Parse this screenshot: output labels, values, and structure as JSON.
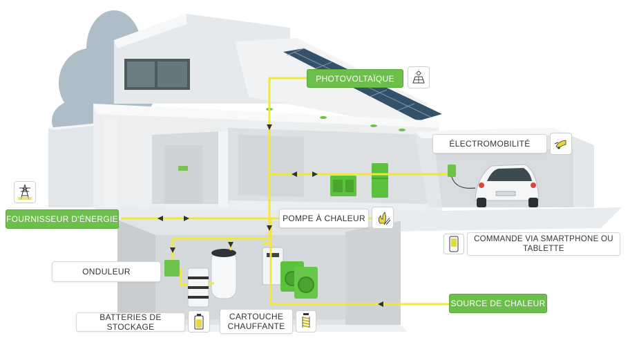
{
  "labels": {
    "photovoltaique": "PHOTOVOLTAÏQUE",
    "electromobilite": "ÉLECTROMOBILITÉ",
    "fournisseur": "FOURNISSEUR D'ÉNERGIE",
    "pompe": "POMPE À CHALEUR",
    "commande": "COMMANDE VIA SMARTPHONE OU TABLETTE",
    "onduleur": "ONDULEUR",
    "source": "SOURCE DE CHALEUR",
    "batteries": "BATTERIES DE STOCKAGE",
    "cartouche": "CARTOUCHE CHAUFFANTE"
  },
  "icons": {
    "photovoltaique": "solar-panel-icon",
    "electromobilite": "ev-charging-icon",
    "fournisseur": "power-pylon-icon",
    "pompe": "heat-pump-icon",
    "commande": "smartphone-icon",
    "batteries": "battery-icon",
    "cartouche": "heating-coil-icon"
  },
  "colors": {
    "energy_line": "#f2e63b",
    "label_green": "#6cbf4b",
    "appliance_green": "#5cc13c",
    "building": "#eceeef"
  }
}
